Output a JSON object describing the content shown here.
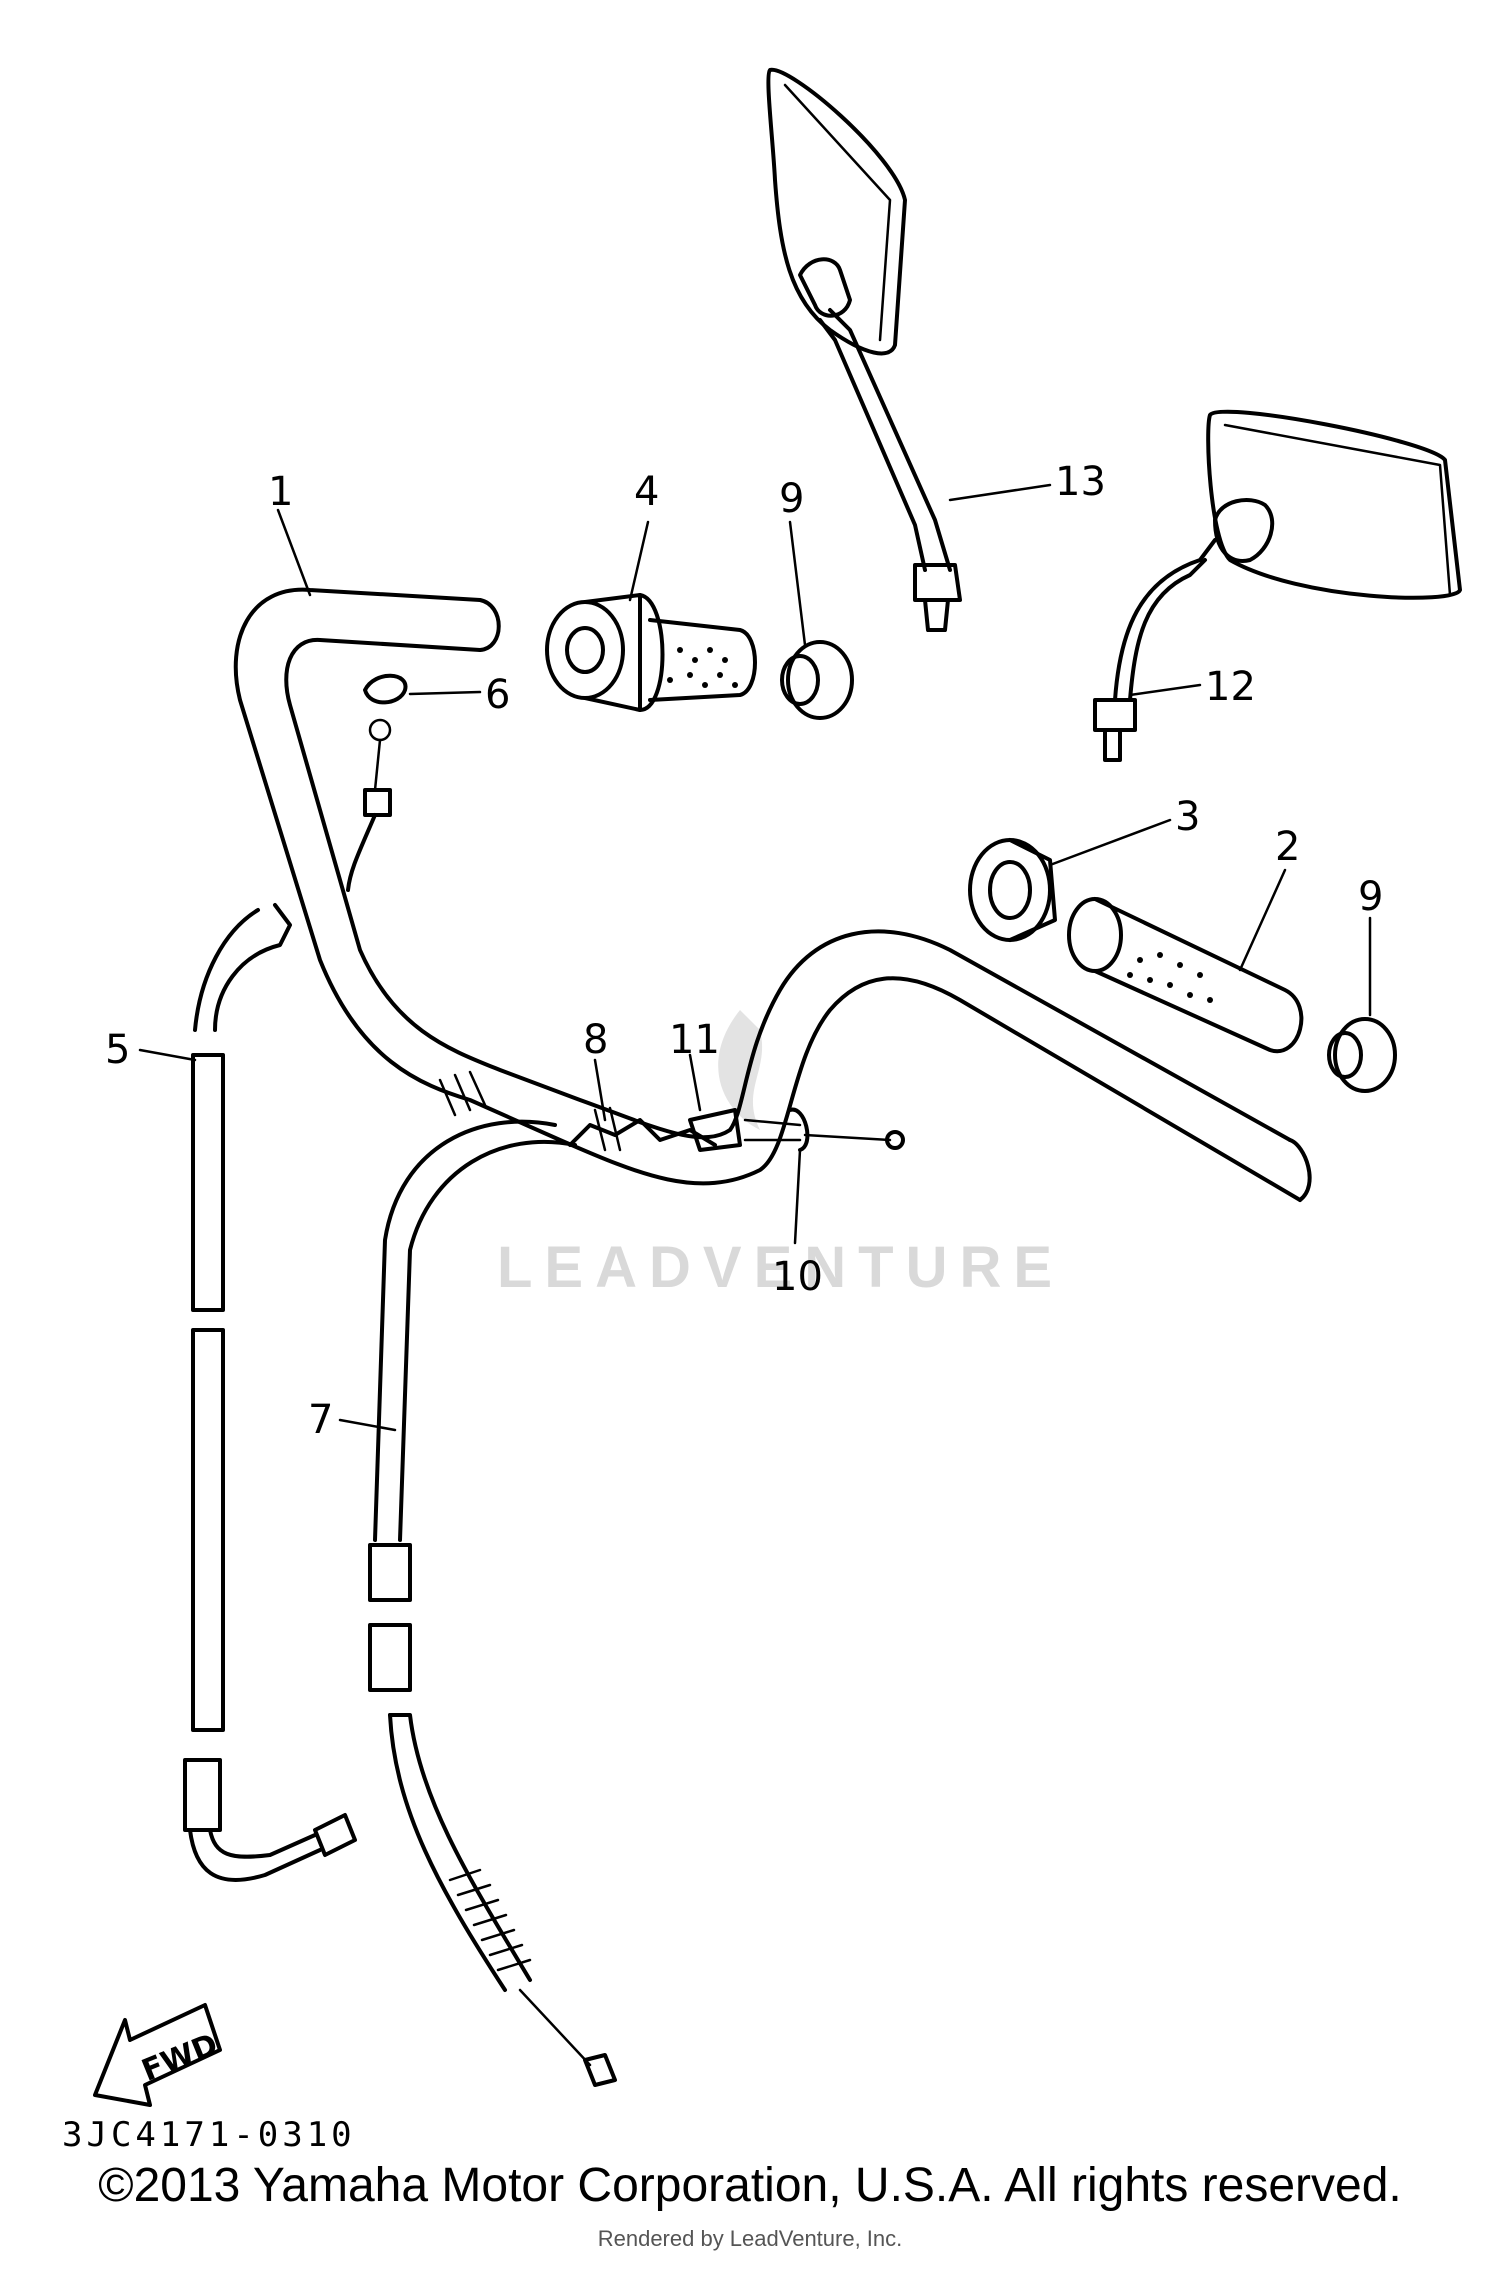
{
  "diagram": {
    "part_labels": [
      "1",
      "2",
      "3",
      "4",
      "5",
      "6",
      "7",
      "8",
      "9",
      "9",
      "10",
      "11",
      "12",
      "13"
    ],
    "diagram_code": "3JC4171-0310",
    "fwd_label": "FWD",
    "watermark": "LEADVENTURE"
  },
  "footer": {
    "copyright": "©2013 Yamaha Motor Corporation, U.S.A. All rights reserved.",
    "rendered_by": "Rendered by LeadVenture, Inc."
  },
  "colors": {
    "ink": "#000000",
    "watermark": "#d9d9d9",
    "background": "#ffffff"
  }
}
